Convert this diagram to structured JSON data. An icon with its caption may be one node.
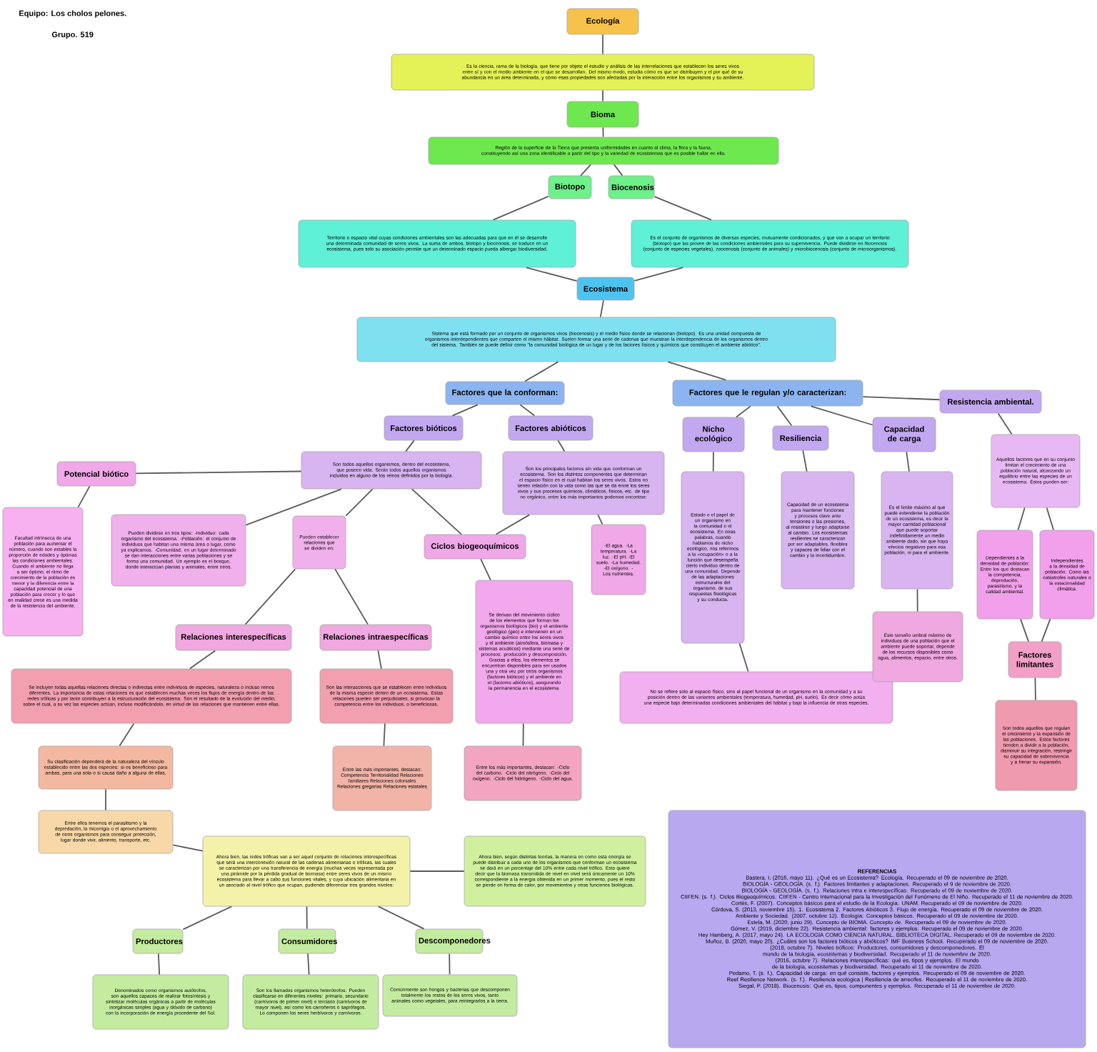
{
  "diagram": {
    "nodes": [
      {
        "text": [
          "Ecología"
        ]
      },
      {
        "text": [
          "Es la ciencia, rama de la biología, que tiene por objeto el estudio y análisis de las interrelaciones que establecen los seres vivos entre sí y con el medio ambiente en el que se desarrollan. Del mismo modo, estudia cómo es que se distribuyen y el por qué de su abundancia en un área determinada, y cómo esas propiedades son afectadas por la interacción entre los organismos y su ambiente."
        ]
      },
      {
        "text": [
          "Bioma"
        ]
      },
      {
        "text": [
          "Región de la superficie de la Tierra que presenta uniformidades en cuanto al clima, la flora y la fauna, constituyendo así una zona identificable a partir del tipo y la variedad de ecosistemas que es posible hallar en ella."
        ]
      },
      {
        "text": [
          "Biotopo"
        ]
      },
      {
        "text": [
          "Biocenosis"
        ]
      },
      {
        "text": [
          "Territorio o espacio vital cuyas condiciones ambientales son las adecuadas para que en él se desarrolle una determinada comunidad de seres vivos. La suma de ambos, biotopo y biocenosis, se traduce en un ecosistema, pues solo su asociación permite que un determinado espacio pueda albergar biodiversidad."
        ]
      },
      {
        "text": [
          "Es el conjunto de organismos de diversas especies, mutuamente condicionados, y que van a ocupar un territorio (biotopo) que las provee de las condiciones ambientales para su supervivencia. Puede dividirse en fitocenosis (conjunto de especies vegetales), zoocenosis (conjunto de animales) y microbiocenosis (conjunto de microorganismos)."
        ]
      },
      {
        "text": [
          "Ecosistema"
        ]
      },
      {
        "text": [
          "Sistema que está formado por un conjunto de organismos vivos (biocenosis) y el medio físico donde se relacionan (biotopo). Es una unidad compuesta de organismos interdependientes que comparten el mismo hábitat. Suelen formar una serie de cadenas que muestran la interdependencia de los organismos dentro del sistema. También se puede definir como \"la comunidad biológica de un lugar y de los factores físicos y químicos que constituyen el ambiente abiótico\"."
        ]
      },
      {
        "text": [
          "Factores que la conforman:"
        ]
      },
      {
        "text": [
          "Factores que le regulan y/o caracterizan:"
        ]
      },
      {
        "text": [
          "Resistencia ambiental."
        ]
      },
      {
        "text": [
          "Factores bióticos"
        ]
      },
      {
        "text": [
          "Factores abióticos"
        ]
      },
      {
        "text": [
          "Nicho ecológico"
        ]
      },
      {
        "text": [
          "Resiliencia"
        ]
      },
      {
        "text": [
          "Capacidad de carga"
        ]
      },
      {
        "text": [
          "Potencial biótico"
        ]
      },
      {
        "text": [
          "Son todos aquellos organismos, dentro del ecosistema, que poseen vida. Serán todos aquellos organismos incluidos en alguno de los reinos definidos por la biología."
        ]
      },
      {
        "text": [
          "Son los principales factores sin vida que conforman un ecosistema. Son los distintos componentes que determinan el espacio físico en el cual habitan los seres vivos. Estos no tienen relación con la vida como las que se da entre los seres vivos y sus procesos químicos, climáticos, físicos, etc. de tipo no orgánico, entre los más importantes podemos encontrar:"
        ]
      },
      {
        "text": [
          "Estado o el papel de un organismo en la comunidad o el ecosistema. En otras palabras, cuando hablamos de nicho ecológico, nos referimos a la «ocupación» o a la función que desempeña cierto individuo dentro de una comunidad. Depende de las adaptaciones estructurales del organismo, de sus respuestas fisiológicas y su conducta."
        ]
      },
      {
        "text": [
          "Capacidad de un ecosistema para mantener funciones y procesos clave ante tensiones o las presiones, al resistirse y luego adaptarse al cambio. Los ecosistemas resilientes se caracterizan por ser adaptables, flexibles y capaces de lidiar con el cambio y la incertidumbre."
        ]
      },
      {
        "text": [
          "Es el límite máximo al que puede extenderse la población de un ecosistema, es decir la mayor cantidad poblacional que puede soportar indefinidamente un medio ambiente dado, sin que haya efectos negativos para esa población, ni para el ambiente."
        ]
      },
      {
        "text": [
          "Aquellos factores que en su conjunto limitan el crecimiento de una población natural, alcanzando un equilibrio entre las especies de un ecosistema. Éstos pueden ser:"
        ]
      },
      {
        "text": [
          "Facultad intrínseca de una población para aumentar el número, cuando son estables la proporción de edades y óptimas las condiciones ambientales. Cuando el ambiente no llega a ser óptimo, el ritmo de crecimiento de la población es menor y la diferencia entre la capacidad potencial de una población para crecer y lo que en realidad crece es una medida de la resistencia del ambiente."
        ]
      },
      {
        "text": [
          "Pueden dividirse en tres tipos: -Individuo: cada organismo del ecosistema. -Población: el conjunto de individuos que habitan una misma área o lugar, como ya explicamos. -Comunidad: en un lugar determinado se dan interacciones entre varias poblaciones y se forma una comunidad. Un ejemplo es el bosque, donde interactúan plantas y animales, entre otros."
        ]
      },
      {
        "text": [
          "Pueden establecer relaciones que se dividen en:"
        ]
      },
      {
        "text": [
          "Ciclos biogeoquímicos"
        ]
      },
      {
        "text": [
          "-El agua. -La temperatura. -La luz. -El pH. -El suelo. -La humedad. -El oxígeno. -Los nutrientes."
        ]
      },
      {
        "text": [
          "Relaciones interespecíficas"
        ]
      },
      {
        "text": [
          "Relaciones intraespecíficas"
        ]
      },
      {
        "text": [
          "Se derivan del movimiento cíclico de los elementos que forman los organismos biológicos (bio) y el ambiente geológico (geo) e intervienen en un cambio químico entre los seres vivos y el ambiente (atmósfera, biomasa y sistemas acuáticos) mediante una serie de procesos: producción y descomposición. Gracias a ellos, los elementos se encuentran disponibles para ser usados una y otra vez por otros organismos (factores bióticos) y el ambiente en el (factores abióticos), asegurando la permanencia en el ecosistema."
        ]
      },
      {
        "text": [
          "No se refiere solo al espacio físico, sino al papel funcional de un organismo en la comunidad y a su posición dentro de las variantes ambientales (temperatura, humedad, pH, suelo). Es decir cómo actúa una especie bajo determinadas condiciones ambientales del hábitat y bajo la influencia de otras especies."
        ]
      },
      {
        "text": [
          "Este tamaño umbral máximo de individuos de una población que el ambiente puede soportar, depende de los recursos disponibles como agua, alimentos, espacio, entre otros."
        ]
      },
      {
        "text": [
          "Dependientes a la densidad de población: Entre los que destacan la competencia, depredación, parasitismo, y la calidad ambiental."
        ]
      },
      {
        "text": [
          "Independientes a la densidad de población: Como las catástrofes naturales o la estacionalidad climática."
        ]
      },
      {
        "text": [
          "Factores limitantes"
        ]
      },
      {
        "text": [
          "Son todos aquellos que regulan el crecimiento y la expansión de las poblaciones. Estos factores tienden a dividir a la población, disminuir su integración, restringir su capacidad de sobrevivencia y a frenar su expansión."
        ]
      },
      {
        "text": [
          "Se incluyen todas aquellas relaciones directas o indirectas entre individuos de especies, naturaleza o incluso reinos diferentes. La importancia de estas relaciones es que establecen muchas veces los flujos de energía dentro de las redes tróficas y por tanto contribuyen a la estructuración del ecosistema. Son el resultado de la evolución del medio; sobre el cual, a su vez las especies actúan, incluso modificándolo, en virtud de las relaciones que mantienen entre ellas."
        ]
      },
      {
        "text": [
          "Son las interacciones que se establecen entre individuos de la misma especie dentro de un ecosistema. Estas relaciones pueden ser perjudiciales, si provocan la competencia entre los individuos, o beneficiosas."
        ]
      },
      {
        "text": [
          "Su clasificación dependerá de la naturaleza del vínculo establecido entre las dos especies: si es beneficioso para ambas, para una sola o si causa daño a alguna de ellas."
        ]
      },
      {
        "text": [
          "Entre las más importantes, destacan: Competencia Territorialidad Relaciones familiares Relaciones coloniales Relaciones gregarias Relaciones estatales"
        ]
      },
      {
        "text": [
          "Entre los más importantes, destacan: -Ciclo del carbono. -Ciclo del nitrógeno. -Ciclo del oxígeno. -Ciclo del hidrógeno. -Ciclo del agua."
        ]
      },
      {
        "text": [
          "Entre ellos tenemos el parasitismo y la depredación, la micorrigia o el aprovechamiento de otros organismos para conseguir protección, lugar donde vivir, alimento, transporte, etc."
        ]
      },
      {
        "text": [
          "Ahora bien, las redes tróficas van a ser aquel conjunto de relaciones interespecíficas que será una interconexión natural de las cadenas alimentarias o tróficas, las cuales se caracterizan por una transferencia de energía (muchas veces representada por una pirámide por la pérdida gradual de biomasa) entre seres vivos de un mismo ecosistema para llevar a cabo sus funciones vitales, y cuya ubicación alimentaria en un asociado al nivel trófico que ocupan, pudiendo diferenciar tres grandes niveles:"
        ]
      },
      {
        "text": [
          "Ahora bien, según distintas teorías, la manera en como esta energía se puede distribuir a cada uno de los organismos que conforman un ecosistema se dará en un porcentaje del 10% entre cada nivel trófico. Esto quiere decir que la biomasa transmitida de nivel en nivel será únicamente un 10% correspondiente a la energía obtenida en un primer momento, pues el resto se pierde en forma de calor, por movimientos y otras funciones biológicas."
        ]
      },
      {
        "text": [
          "Productores"
        ]
      },
      {
        "text": [
          "Consumidores"
        ]
      },
      {
        "text": [
          "Descomponedores"
        ]
      },
      {
        "text": [
          "Denominados como organismos autótrofos, son aquellos capaces de realizar fotosíntesis y sintetizar moléculas orgánicas a partir de moléculas inorgánicas simples (agua y dióxido de carbono) con la incorporación de energía procedente del Sol."
        ]
      },
      {
        "text": [
          "Son los llamados organismos heterótrofos. Pueden clasificarse en diferentes niveles: primario, secundario (carnívoros de primer nivel) o terciario (carnívoros de mayor nivel), así como los carroñeros o saprófagos. Lo componen los seres herbívoros y carnívoros."
        ]
      },
      {
        "text": [
          "Comúnmente son hongos y bacterias que descomponen totalmente los restos de los seres vivos, tanto animales como vegetales, para reintegrarlos a la tierra."
        ]
      },
      {
        "text": [
          "REFERENCIAS",
          "Bastera, I. (2016, mayo 11). ¿Qué es un Ecosistema? Ecología. Recuperado el 09 de noviembre de 2020.",
          "BIOLOGÍA - GEOLOGÍA. (s. f.). Factores limitantes y adaptaciones. Recuperado el 9 de noviembre de 2020.",
          "BIOLOGÍA - GEOLOGÍA. (s. f.). Relaciones intra e interespecíficas. Recuperado el 09 de noviembre de 2020.",
          "CIIFEN. (s. f.). Ciclos Biogeoquímicos. CIIFEN - Centro Internacional para la Investigación del Fenómeno de El Niño. Recuperado el 11 de noviembre de 2020.",
          "Cortés, F. (2007). Conceptos básicos para el estudio de la Ecología. UNAM. Recuperado el 09 de noviembre de 2020.",
          "Córdova, S. (2013, noviembre 15). 1. Ecosistema 2. Factores Abióticos 3. Flujo de energía. Recuperado el 09 de noviembre de 2020.",
          "Ambiente y Sociedad. (2007, octubre 12). Ecología: Conceptos básicos. Recuperado el 09 de noviembre de 2020.",
          "Estela, M. (2020, junio 29). Concepto de BIOMA. Concepto de. Recuperado el 09 de noviembre de 2020.",
          "Gómez, V. (2019, diciembre 22). Resistencia ambiental: factores y ejemplos. Recuperado el 09 de noviembre de 2020.",
          "Hey Hamberg, A. (2017, mayo 24). LA ECOLOGÍA COMO CIENCIA NATURAL. BIBLIOTECA DIGITAL. Recuperado el 09 de noviembre de 2020.",
          "Muñoz, B. (2020, mayo 20). ¿Cuáles son los factores bióticos y abióticos? IMF Business School. Recuperado el 09 de noviembre de 2020.",
          "(2018, octubre 7). Niveles tróficos: Productores, consumidores y descomponedores. El mundo de la biología, ecosistemas y biodiversidad. Recuperado el 11 de noviembre de 2020.",
          "(2016, octubre 7). Relaciones interespecíficas: qué es, tipos y ejemplos. El mundo de la biología, ecosistemas y biodiversidad. Recuperado el 11 de noviembre de 2020.",
          "Pedamo, T. (s. f.). Capacidad de carga: en qué consiste, factores y ejemplos. Recuperado el 09 de noviembre de 2020.",
          "Reef Resilience Network. (s. f.). Resiliencia ecológica | Resiliencia de arrecifes. Recuperado el 11 de noviembre de 2020.",
          "Siegal, P. (2018). Biocenosis: Qué es, tipos, componentes y ejemplos. Recuperado el 11 de noviembre de 2020."
        ]
      }
    ],
    "edges": [
      {
        "from": 0,
        "to": 1,
        "arrow": "none"
      },
      {
        "from": 1,
        "to": 2,
        "arrow": "none"
      },
      {
        "from": 2,
        "to": 3,
        "arrow": "none"
      },
      {
        "from": 3,
        "to": 4,
        "arrow": "none"
      },
      {
        "from": 3,
        "to": 5,
        "arrow": "none"
      },
      {
        "from": 4,
        "to": 6,
        "arrow": "none"
      },
      {
        "from": 5,
        "to": 7,
        "arrow": "none"
      },
      {
        "from": 6,
        "to": 8,
        "arrow": "none"
      },
      {
        "from": 7,
        "to": 8,
        "arrow": "none"
      },
      {
        "from": 8,
        "to": 9,
        "arrow": "none"
      },
      {
        "from": 9,
        "to": 10,
        "arrow": "none"
      },
      {
        "from": 9,
        "to": 11,
        "arrow": "none"
      },
      {
        "from": 11,
        "to": 12,
        "arrow": "none"
      },
      {
        "from": 10,
        "to": 13,
        "arrow": "none"
      },
      {
        "from": 10,
        "to": 14,
        "arrow": "none"
      },
      {
        "from": 11,
        "to": 15,
        "arrow": "none"
      },
      {
        "from": 11,
        "to": 16,
        "arrow": "none"
      },
      {
        "from": 11,
        "to": 17,
        "arrow": "none"
      },
      {
        "from": 12,
        "to": 24,
        "arrow": "none"
      },
      {
        "from": 13,
        "to": 19,
        "arrow": "none"
      },
      {
        "from": 14,
        "to": 20,
        "arrow": "none"
      },
      {
        "from": 15,
        "to": 21,
        "arrow": "none"
      },
      {
        "from": 16,
        "to": 22,
        "arrow": "none"
      },
      {
        "from": 17,
        "to": 23,
        "arrow": "none"
      },
      {
        "from": 19,
        "to": 18,
        "arrow": "none"
      },
      {
        "from": 18,
        "to": 25,
        "arrow": "none"
      },
      {
        "from": 19,
        "to": 26,
        "arrow": "none"
      },
      {
        "from": 19,
        "to": 27,
        "arrow": "none"
      },
      {
        "from": 19,
        "to": 28,
        "arrow": "none"
      },
      {
        "from": 20,
        "to": 28,
        "arrow": "none"
      },
      {
        "from": 20,
        "to": 29,
        "arrow": "none"
      },
      {
        "from": 21,
        "to": 33,
        "arrow": "none"
      },
      {
        "from": 23,
        "to": 34,
        "arrow": "none"
      },
      {
        "from": 24,
        "to": 35,
        "arrow": "none"
      },
      {
        "from": 24,
        "to": 36,
        "arrow": "none"
      },
      {
        "from": 35,
        "to": 37,
        "arrow": "none"
      },
      {
        "from": 36,
        "to": 37,
        "arrow": "none"
      },
      {
        "from": 37,
        "to": 38,
        "arrow": "none"
      },
      {
        "from": 27,
        "to": 30,
        "arrow": "none"
      },
      {
        "from": 27,
        "to": 31,
        "arrow": "none"
      },
      {
        "from": 28,
        "to": 32,
        "arrow": "none"
      },
      {
        "from": 30,
        "to": 39,
        "arrow": "none"
      },
      {
        "from": 31,
        "to": 40,
        "arrow": "none"
      },
      {
        "from": 39,
        "to": 41,
        "arrow": "none"
      },
      {
        "from": 41,
        "to": 44,
        "arrow": "none"
      },
      {
        "from": 40,
        "to": 42,
        "arrow": "none"
      },
      {
        "from": 32,
        "to": 43,
        "arrow": "none"
      },
      {
        "from": 44,
        "to": 45,
        "arrow": "none"
      },
      {
        "from": 45,
        "to": 46,
        "arrow": "none"
      },
      {
        "from": 45,
        "to": 47,
        "arrow": "none"
      },
      {
        "from": 45,
        "to": 48,
        "arrow": "none"
      },
      {
        "from": 45,
        "to": 49,
        "arrow": "none"
      },
      {
        "from": 47,
        "to": 50,
        "arrow": "none"
      },
      {
        "from": 48,
        "to": 51,
        "arrow": "none"
      },
      {
        "from": 49,
        "to": 52,
        "arrow": "none"
      }
    ],
    "labels": [
      "Equipo: Los cholos pelones.",
      "Grupo. 519"
    ]
  }
}
